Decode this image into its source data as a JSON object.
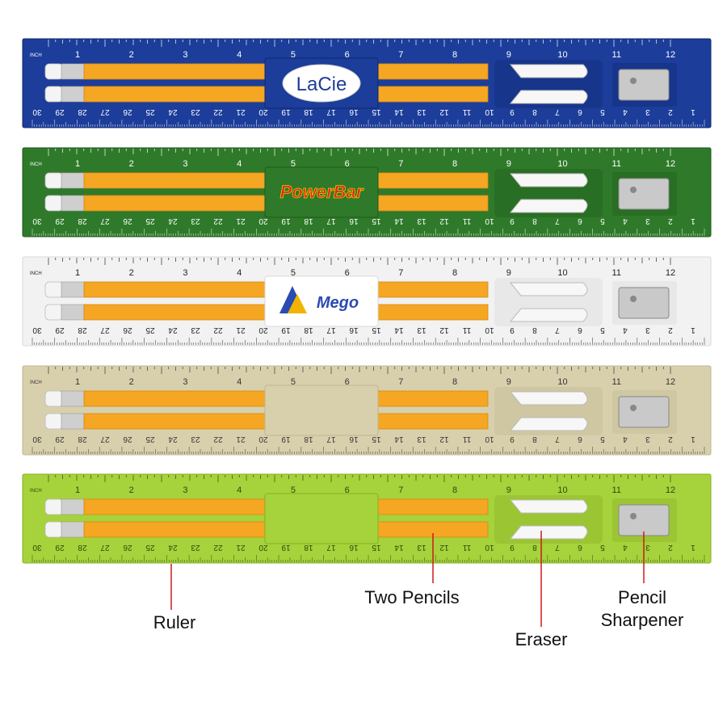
{
  "inch_label": "INCH",
  "inch_numbers": [
    "1",
    "2",
    "3",
    "4",
    "5",
    "6",
    "7",
    "8",
    "9",
    "10",
    "11",
    "12"
  ],
  "cm_numbers": [
    "30",
    "29",
    "28",
    "27",
    "26",
    "25",
    "24",
    "23",
    "22",
    "21",
    "20",
    "19",
    "18",
    "17",
    "16",
    "15",
    "14",
    "13",
    "12",
    "11",
    "10",
    "9",
    "8",
    "7",
    "6",
    "5",
    "4",
    "3",
    "2",
    "1"
  ],
  "rulers": [
    {
      "name": "blue-ruler",
      "color": "#1c3d9a",
      "dark": "#0f2870",
      "text": "#ffffff",
      "logo": "LaCie"
    },
    {
      "name": "green-ruler",
      "color": "#2f7a2a",
      "dark": "#1d5a1a",
      "text": "#ffffff",
      "logo": "PowerBar"
    },
    {
      "name": "white-ruler",
      "color": "#f2f2f2",
      "dark": "#d8d8d8",
      "text": "#222222",
      "logo": "Mego"
    },
    {
      "name": "tan-ruler",
      "color": "#d8d0ad",
      "dark": "#bfb68f",
      "text": "#333333",
      "logo": ""
    },
    {
      "name": "lime-ruler",
      "color": "#a6d23b",
      "dark": "#86b026",
      "text": "#2a4a10",
      "logo": ""
    }
  ],
  "labels": {
    "ruler": "Ruler",
    "pencils": "Two Pencils",
    "eraser": "Eraser",
    "sharpener_line1": "Pencil",
    "sharpener_line2": "Sharpener"
  },
  "colors": {
    "pencil": "#f5a623",
    "pencil_edge": "#d98a10",
    "eraser_tip": "#f4f4f4",
    "ferrule": "#cfcfcf",
    "pointer": "#cc1a1a",
    "sharpener": "#c9c9c9"
  }
}
